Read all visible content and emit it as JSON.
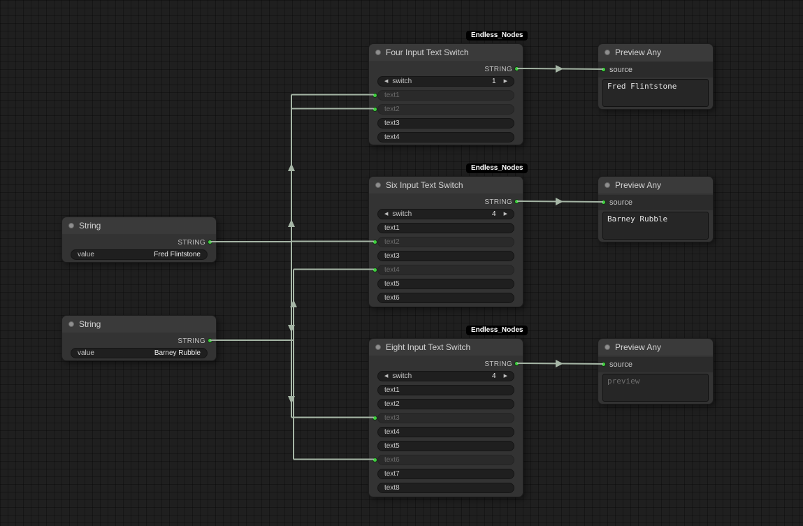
{
  "badge": {
    "label": "Endless_Nodes"
  },
  "icons": {
    "arrow_left": "◀",
    "arrow_right": "▶"
  },
  "colors": {
    "link": "#a6b6a6",
    "port_green": "#3fd13f",
    "badge_bg": "#000000"
  },
  "nodes": {
    "string1": {
      "title": "String",
      "output_label": "STRING",
      "widget": {
        "label": "value",
        "value": "Fred Flintstone"
      }
    },
    "string2": {
      "title": "String",
      "output_label": "STRING",
      "widget": {
        "label": "value",
        "value": "Barney Rubble"
      }
    },
    "four": {
      "title": "Four Input Text Switch",
      "output_label": "STRING",
      "switch": {
        "label": "switch",
        "value": "1"
      },
      "rows": [
        {
          "label": "text1",
          "connected": true
        },
        {
          "label": "text2",
          "connected": true
        },
        {
          "label": "text3",
          "connected": false
        },
        {
          "label": "text4",
          "connected": false
        }
      ]
    },
    "six": {
      "title": "Six Input Text Switch",
      "output_label": "STRING",
      "switch": {
        "label": "switch",
        "value": "4"
      },
      "rows": [
        {
          "label": "text1",
          "connected": false
        },
        {
          "label": "text2",
          "connected": true
        },
        {
          "label": "text3",
          "connected": false
        },
        {
          "label": "text4",
          "connected": true
        },
        {
          "label": "text5",
          "connected": false
        },
        {
          "label": "text6",
          "connected": false
        }
      ]
    },
    "eight": {
      "title": "Eight Input Text Switch",
      "output_label": "STRING",
      "switch": {
        "label": "switch",
        "value": "4"
      },
      "rows": [
        {
          "label": "text1",
          "connected": false
        },
        {
          "label": "text2",
          "connected": false
        },
        {
          "label": "text3",
          "connected": true
        },
        {
          "label": "text4",
          "connected": false
        },
        {
          "label": "text5",
          "connected": false
        },
        {
          "label": "text6",
          "connected": true
        },
        {
          "label": "text7",
          "connected": false
        },
        {
          "label": "text8",
          "connected": false
        }
      ]
    },
    "preview1": {
      "title": "Preview Any",
      "input_label": "source",
      "text": "Fred Flintstone"
    },
    "preview2": {
      "title": "Preview Any",
      "input_label": "source",
      "text": "Barney Rubble"
    },
    "preview3": {
      "title": "Preview Any",
      "input_label": "source",
      "placeholder": "preview"
    }
  }
}
